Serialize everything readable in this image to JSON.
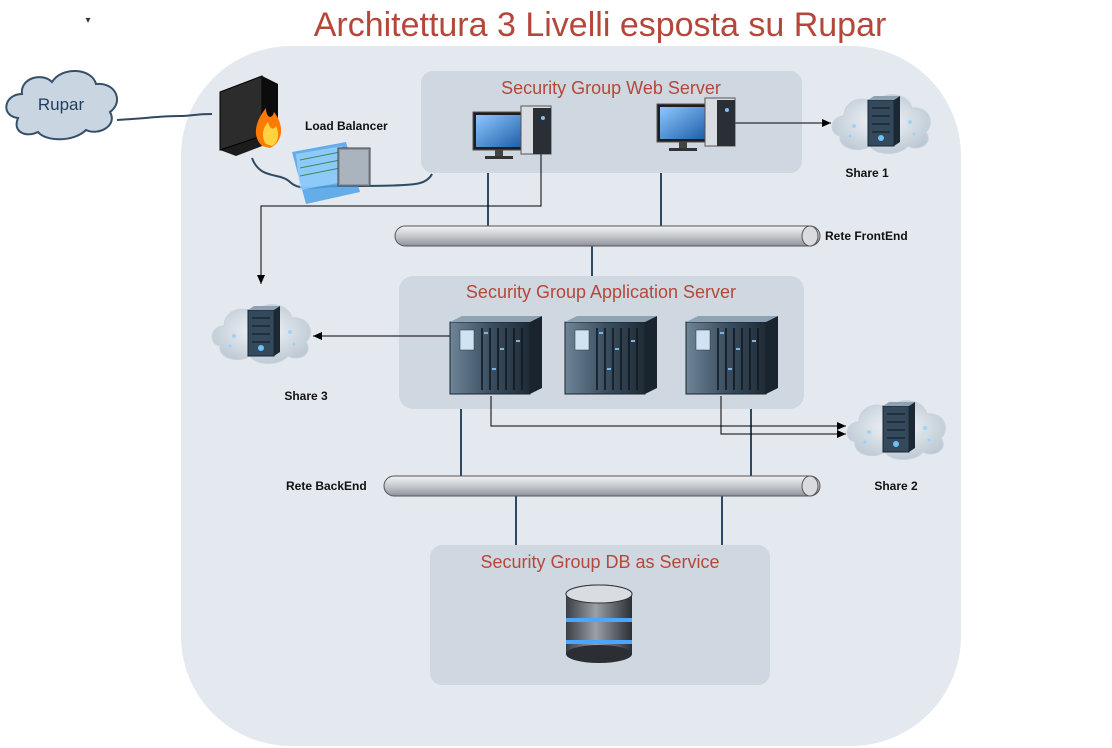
{
  "title": "Architettura 3 Livelli esposta su Rupar",
  "external": {
    "cloud_label": "Rupar"
  },
  "groups": {
    "web": "Security Group Web Server",
    "app": "Security Group Application Server",
    "db": "Security Group DB as Service"
  },
  "labels": {
    "load_balancer": "Load Balancer",
    "frontend": "Rete FrontEnd",
    "backend": "Rete BackEnd",
    "share1": "Share 1",
    "share2": "Share 2",
    "share3": "Share 3"
  },
  "colors": {
    "title": "#b5473a",
    "outer_region": "#e3e9ee",
    "group_box": "#cfd8e0",
    "connector": "#2e4a62",
    "pipe": "#c9ccd1"
  },
  "icons": {
    "firewall": "firewall-icon",
    "load_balancer": "load-balancer-icon",
    "web_server": "desktop-server-icon",
    "app_server": "server-rack-icon",
    "database": "database-icon",
    "share": "cloud-storage-icon"
  }
}
